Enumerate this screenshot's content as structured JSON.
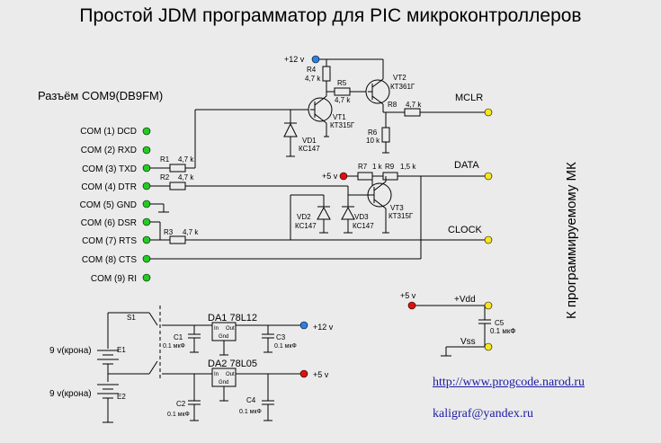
{
  "title": "Простой JDM программатор для PIC микроконтроллеров",
  "connector_label": "Разъём COM9(DB9FM)",
  "com_pins": [
    "COM (1) DCD",
    "COM (2) RXD",
    "COM (3) TXD",
    "COM (4) DTR",
    "COM (5) GND",
    "COM (6) DSR",
    "COM (7) RTS",
    "COM (8) CTS",
    "COM (9) RI"
  ],
  "components": {
    "r1": "R1",
    "r1v": "4,7 k",
    "r2": "R2",
    "r2v": "4,7 k",
    "r3": "R3",
    "r3v": "4,7 k",
    "r4": "R4",
    "r4v": "4,7 k",
    "r5": "R5",
    "r5v": "4,7 k",
    "r6": "R6",
    "r6v": "10 k",
    "r7": "R7",
    "r7v": "1 k",
    "r8": "R8",
    "r8v": "4,7 k",
    "r9": "R9",
    "r9v": "1,5 k",
    "vt1": "VT1",
    "vt1t": "КТ315Г",
    "vt2": "VT2",
    "vt2t": "КТ361Г",
    "vt3": "VT3",
    "vt3t": "КТ315Г",
    "vd1": "VD1",
    "vd1t": "КС147",
    "vd2": "VD2",
    "vd2t": "КС147",
    "vd3": "VD3",
    "vd3t": "КС147",
    "da1": "DA1  78L12",
    "da2": "DA2  78L05",
    "c1": "C1",
    "c1v": "0.1 мкФ",
    "c2": "C2",
    "c2v": "0.1 мкФ",
    "c3": "C3",
    "c3v": "0.1 мкФ",
    "c4": "C4",
    "c4v": "0.1 мкФ",
    "c5": "C5",
    "c5v": "0.1 мкФ",
    "s1": "S1",
    "e1": "E1",
    "e2": "E2",
    "reg_in": "In",
    "reg_out": "Out",
    "reg_gnd": "Gnd"
  },
  "signals": {
    "mclr": "MCLR",
    "data": "DATA",
    "clock": "CLOCK",
    "vdd": "+Vdd",
    "vss": "Vss",
    "p12": "+12 v",
    "p5": "+5 v",
    "battery": "9 v(крона)"
  },
  "target_label": "К программируемому МК",
  "url": "http://www.progcode.narod.ru",
  "email": "kaligraf@yandex.ru",
  "colors": {
    "pin_green": "#22cc22",
    "pin_yellow": "#f5e61e",
    "pin_blue": "#2e7fe0",
    "pin_red": "#e01010"
  }
}
